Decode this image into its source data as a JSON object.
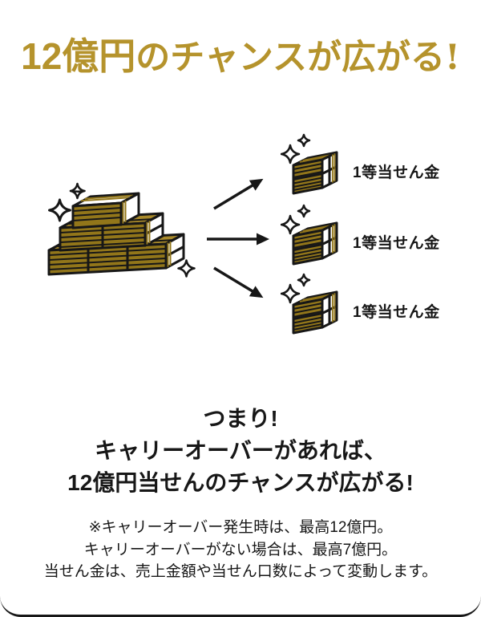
{
  "colors": {
    "gold": "#B5932C",
    "money_gold": "#92761A",
    "money_gold_light": "#A8892A",
    "ink": "#171717"
  },
  "title": {
    "amount": "12億円",
    "rest": "のチャンスが広がる!"
  },
  "illustration": {
    "prize_labels": [
      "1等当せん金",
      "1等当せん金",
      "1等当せん金"
    ]
  },
  "summary": {
    "lines": [
      "つまり!",
      "キャリーオーバーがあれば、",
      "12億円当せんのチャンスが広がる!"
    ]
  },
  "notes": {
    "lines": [
      "※キャリーオーバー発生時は、最高12億円。",
      "キャリーオーバーがない場合は、最高7億円。",
      "当せん金は、売上金額や当せん口数によって変動します。"
    ]
  }
}
